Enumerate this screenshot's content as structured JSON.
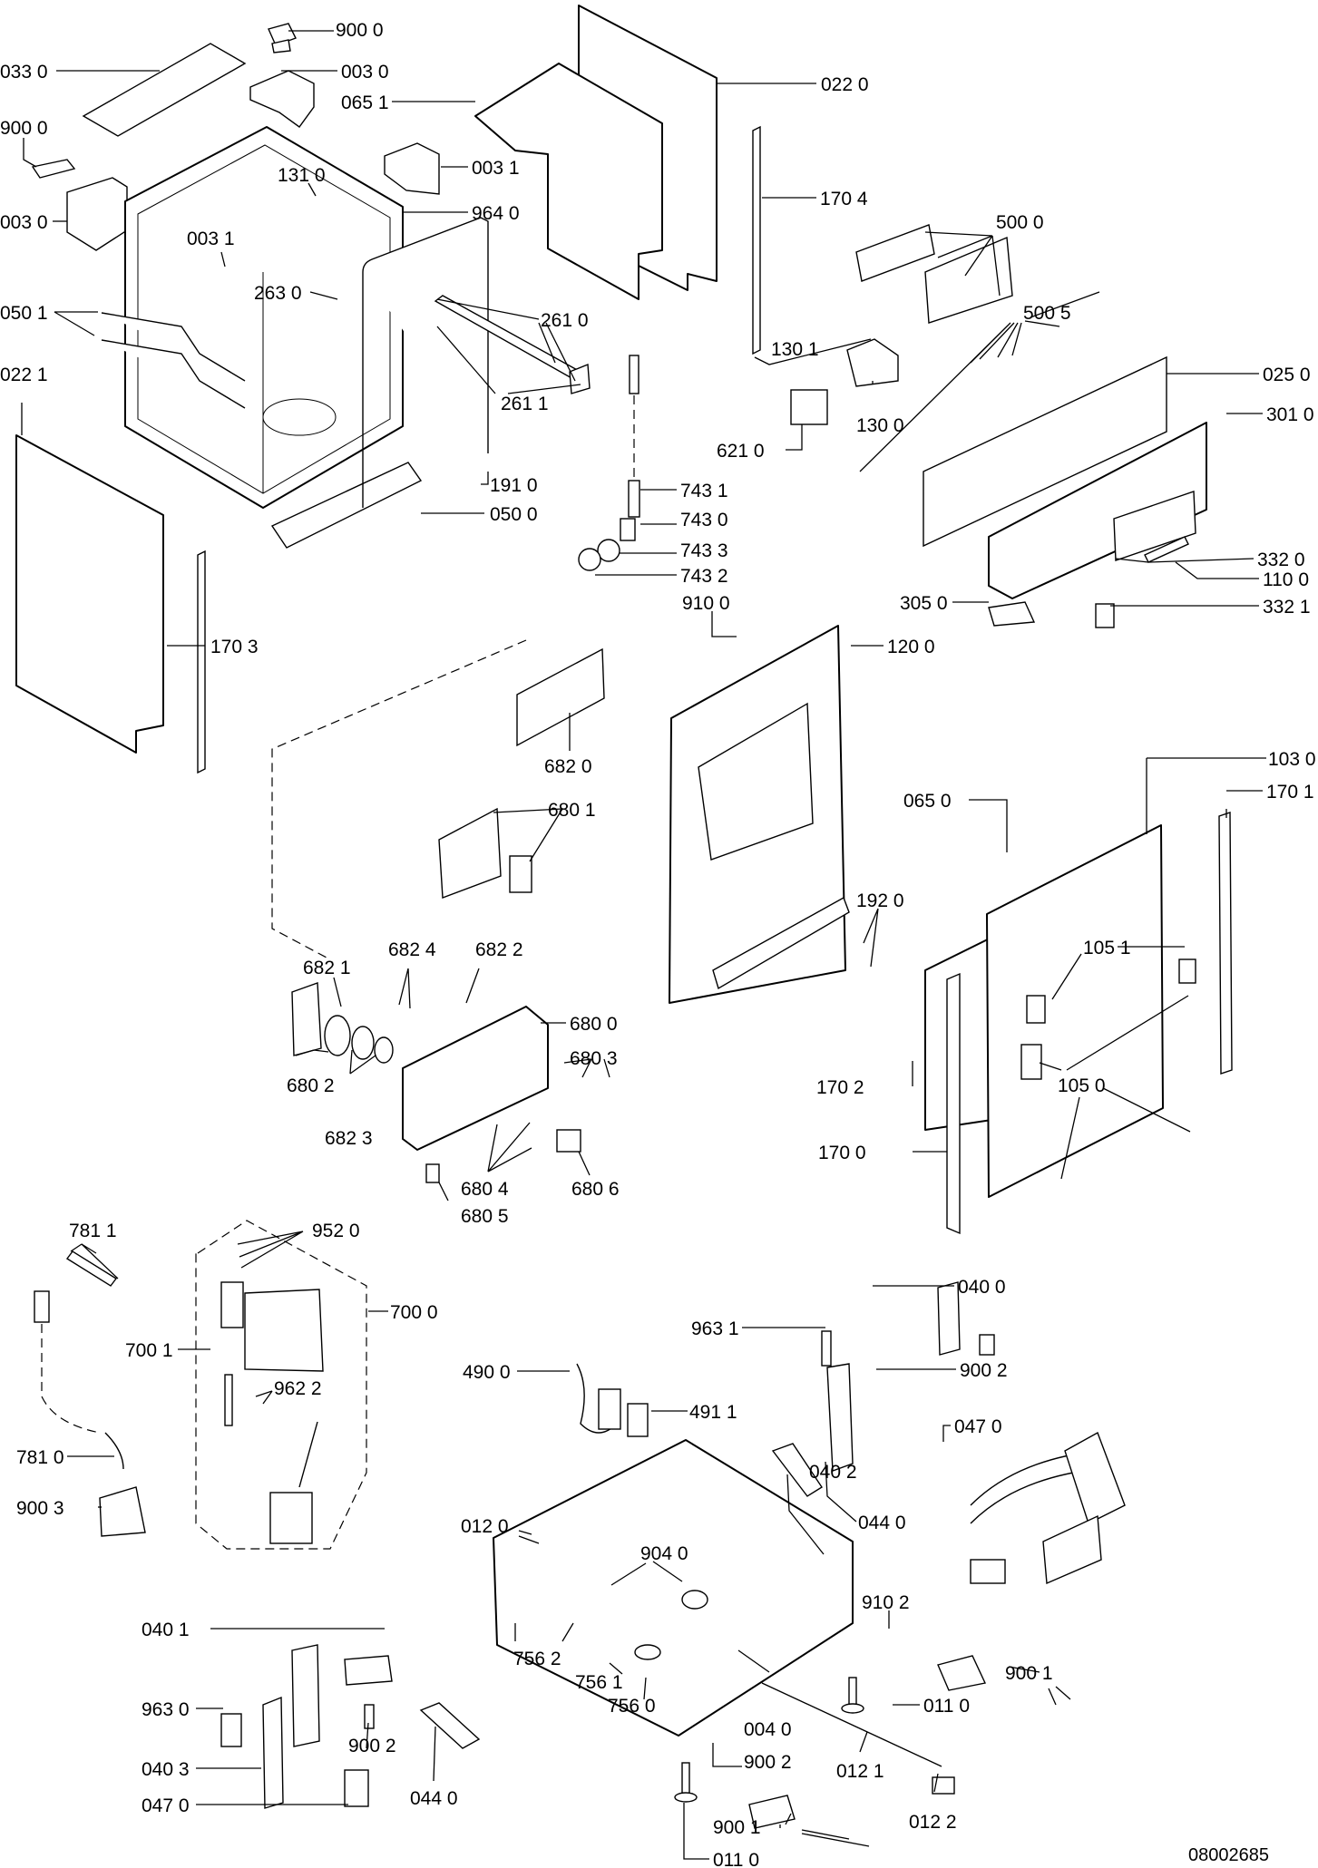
{
  "diagram": {
    "type": "exploded-parts-diagram",
    "subject": "built-in dishwasher",
    "document_id": "08002685",
    "labels": [
      "900 0",
      "033 0",
      "003 0",
      "065 1",
      "022 0",
      "900 0",
      "131 0",
      "003 1",
      "964 0",
      "003 0",
      "003 1",
      "263 0",
      "170 4",
      "500 0",
      "500 5",
      "050 1",
      "261 0",
      "130 1",
      "025 0",
      "130 0",
      "261 1",
      "301 0",
      "022 1",
      "621 0",
      "191 0",
      "743 1",
      "050 0",
      "743 0",
      "743 3",
      "332 0",
      "743 2",
      "110 0",
      "910 0",
      "305 0",
      "332 1",
      "120 0",
      "170 3",
      "682 0",
      "103 0",
      "170 1",
      "065 0",
      "680 1",
      "192 0",
      "105 1",
      "682 1",
      "682 4",
      "682 2",
      "680 0",
      "680 3",
      "170 2",
      "105 0",
      "680 2",
      "682 3",
      "170 0",
      "680 4",
      "680 6",
      "680 5",
      "781 1",
      "952 0",
      "700 0",
      "700 1",
      "962 2",
      "040 0",
      "963 1",
      "900 2",
      "490 0",
      "491 1",
      "047 0",
      "781 0",
      "040 2",
      "900 3",
      "012 0",
      "044 0",
      "904 0",
      "910 2",
      "040 1",
      "756 2",
      "756 1",
      "900 1",
      "756 0",
      "011 0",
      "963 0",
      "004 0",
      "900 2",
      "900 2",
      "040 3",
      "012 1",
      "047 0",
      "044 0",
      "012 2",
      "900 1",
      "011 0"
    ]
  }
}
